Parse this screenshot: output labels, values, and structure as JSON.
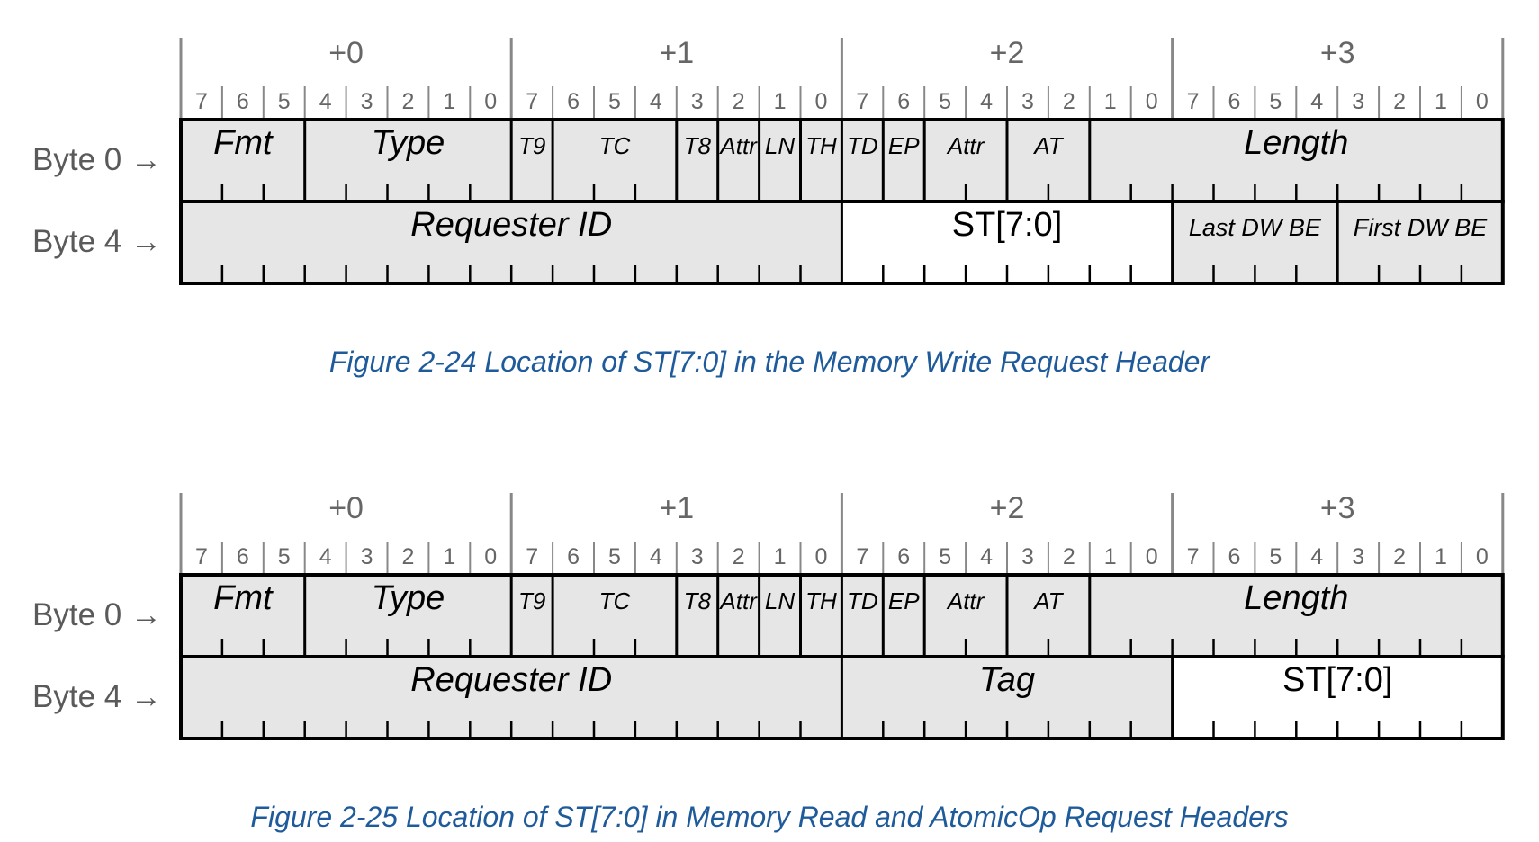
{
  "colors": {
    "field_fill": "#e6e6e6",
    "highlight_fill": "#ffffff",
    "caption": "#1f5b9b",
    "border": "#000000"
  },
  "byte_headers": [
    "+0",
    "+1",
    "+2",
    "+3"
  ],
  "bit_labels": [
    "7",
    "6",
    "5",
    "4",
    "3",
    "2",
    "1",
    "0"
  ],
  "row_labels": [
    "Byte 0 →",
    "Byte 4 →"
  ],
  "figures": [
    {
      "caption": "Figure  2-24  Location of ST[7:0] in the Memory Write Request Header",
      "rows": [
        [
          {
            "label": "Fmt",
            "bits": 3,
            "size": "xl"
          },
          {
            "label": "Type",
            "bits": 5,
            "size": "xl"
          },
          {
            "label": "T9",
            "bits": 1,
            "size": "sm"
          },
          {
            "label": "TC",
            "bits": 3,
            "size": "sm"
          },
          {
            "label": "T8",
            "bits": 1,
            "size": "sm"
          },
          {
            "label": "Attr",
            "bits": 1,
            "size": "sm"
          },
          {
            "label": "LN",
            "bits": 1,
            "size": "sm"
          },
          {
            "label": "TH",
            "bits": 1,
            "size": "sm"
          },
          {
            "label": "TD",
            "bits": 1,
            "size": "sm"
          },
          {
            "label": "EP",
            "bits": 1,
            "size": "sm"
          },
          {
            "label": "Attr",
            "bits": 2,
            "size": "sm"
          },
          {
            "label": "AT",
            "bits": 2,
            "size": "sm"
          },
          {
            "label": "Length",
            "bits": 10,
            "size": "xl"
          }
        ],
        [
          {
            "label": "Requester ID",
            "bits": 16,
            "size": "xl"
          },
          {
            "label": "ST[7:0]",
            "bits": 8,
            "size": "xl",
            "highlight": true
          },
          {
            "label": "Last DW BE",
            "bits": 4,
            "size": "md"
          },
          {
            "label": "First DW BE",
            "bits": 4,
            "size": "md"
          }
        ]
      ]
    },
    {
      "caption": "Figure  2-25  Location of ST[7:0] in Memory Read and AtomicOp Request Headers",
      "rows": [
        [
          {
            "label": "Fmt",
            "bits": 3,
            "size": "xl"
          },
          {
            "label": "Type",
            "bits": 5,
            "size": "xl"
          },
          {
            "label": "T9",
            "bits": 1,
            "size": "sm"
          },
          {
            "label": "TC",
            "bits": 3,
            "size": "sm"
          },
          {
            "label": "T8",
            "bits": 1,
            "size": "sm"
          },
          {
            "label": "Attr",
            "bits": 1,
            "size": "sm"
          },
          {
            "label": "LN",
            "bits": 1,
            "size": "sm"
          },
          {
            "label": "TH",
            "bits": 1,
            "size": "sm"
          },
          {
            "label": "TD",
            "bits": 1,
            "size": "sm"
          },
          {
            "label": "EP",
            "bits": 1,
            "size": "sm"
          },
          {
            "label": "Attr",
            "bits": 2,
            "size": "sm"
          },
          {
            "label": "AT",
            "bits": 2,
            "size": "sm"
          },
          {
            "label": "Length",
            "bits": 10,
            "size": "xl"
          }
        ],
        [
          {
            "label": "Requester ID",
            "bits": 16,
            "size": "xl"
          },
          {
            "label": "Tag",
            "bits": 8,
            "size": "xl"
          },
          {
            "label": "ST[7:0]",
            "bits": 8,
            "size": "xl",
            "highlight": true
          }
        ]
      ]
    }
  ]
}
